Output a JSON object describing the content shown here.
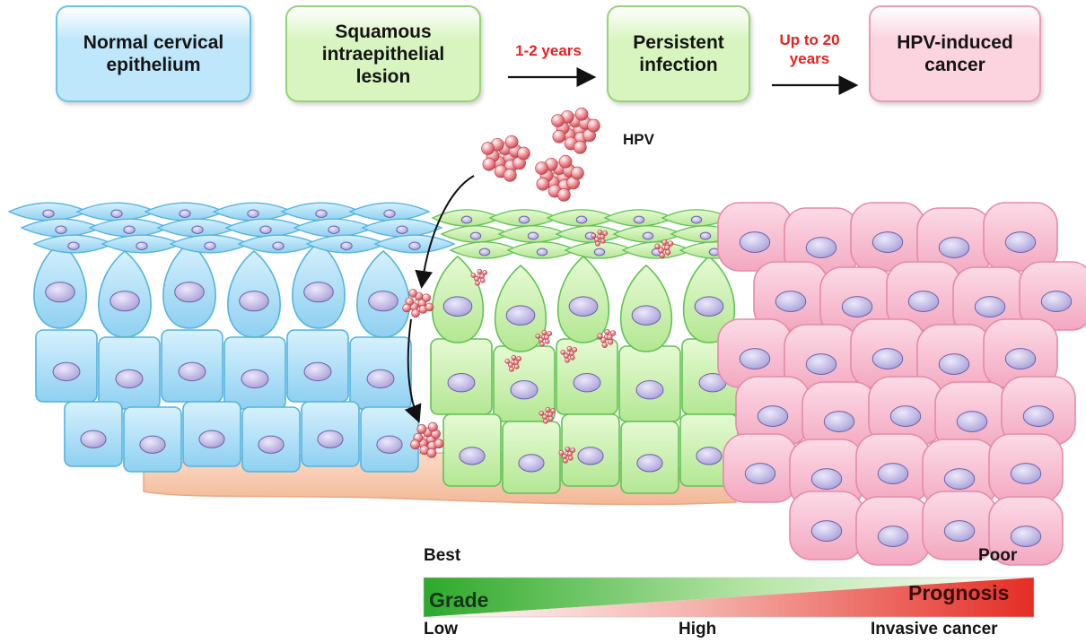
{
  "stages": [
    {
      "id": "normal",
      "label": "Normal cervical\nepithelium",
      "fill": "#bfe7fb",
      "border": "#6cc3ea"
    },
    {
      "id": "sil",
      "label": "Squamous\nintraepithelial\nlesion",
      "fill": "#d8f5c0",
      "border": "#95d475"
    },
    {
      "id": "persistent",
      "label": "Persistent\ninfection",
      "fill": "#d8f5c0",
      "border": "#95d475"
    },
    {
      "id": "cancer",
      "label": "HPV-induced\ncancer",
      "fill": "#fbd4e0",
      "border": "#ef9ab8"
    }
  ],
  "intervals": [
    {
      "label": "1-2 years",
      "color": "#e8211f"
    },
    {
      "label": "Up to 20\nyears",
      "color": "#e8211f"
    }
  ],
  "virus_label": "HPV",
  "scale": {
    "best": "Best",
    "poor": "Poor",
    "grade": "Grade",
    "prognosis": "Prognosis",
    "low": "Low",
    "high": "High",
    "invasive": "Invasive cancer"
  },
  "colors": {
    "normal_cell": "#a9dcf6",
    "normal_edge": "#55b3e0",
    "lesion_cell": "#c8f0ac",
    "lesion_edge": "#62c255",
    "cancer_cell": "#f7b6cb",
    "cancer_edge": "#e58aa8",
    "nucleus": "#c9c2ea",
    "virus": "#e26a70",
    "stroma": "#f7cbb0",
    "grade_green": "#2eaa2a",
    "prognosis_red": "#e8302a",
    "interval_red": "#e8211f"
  }
}
